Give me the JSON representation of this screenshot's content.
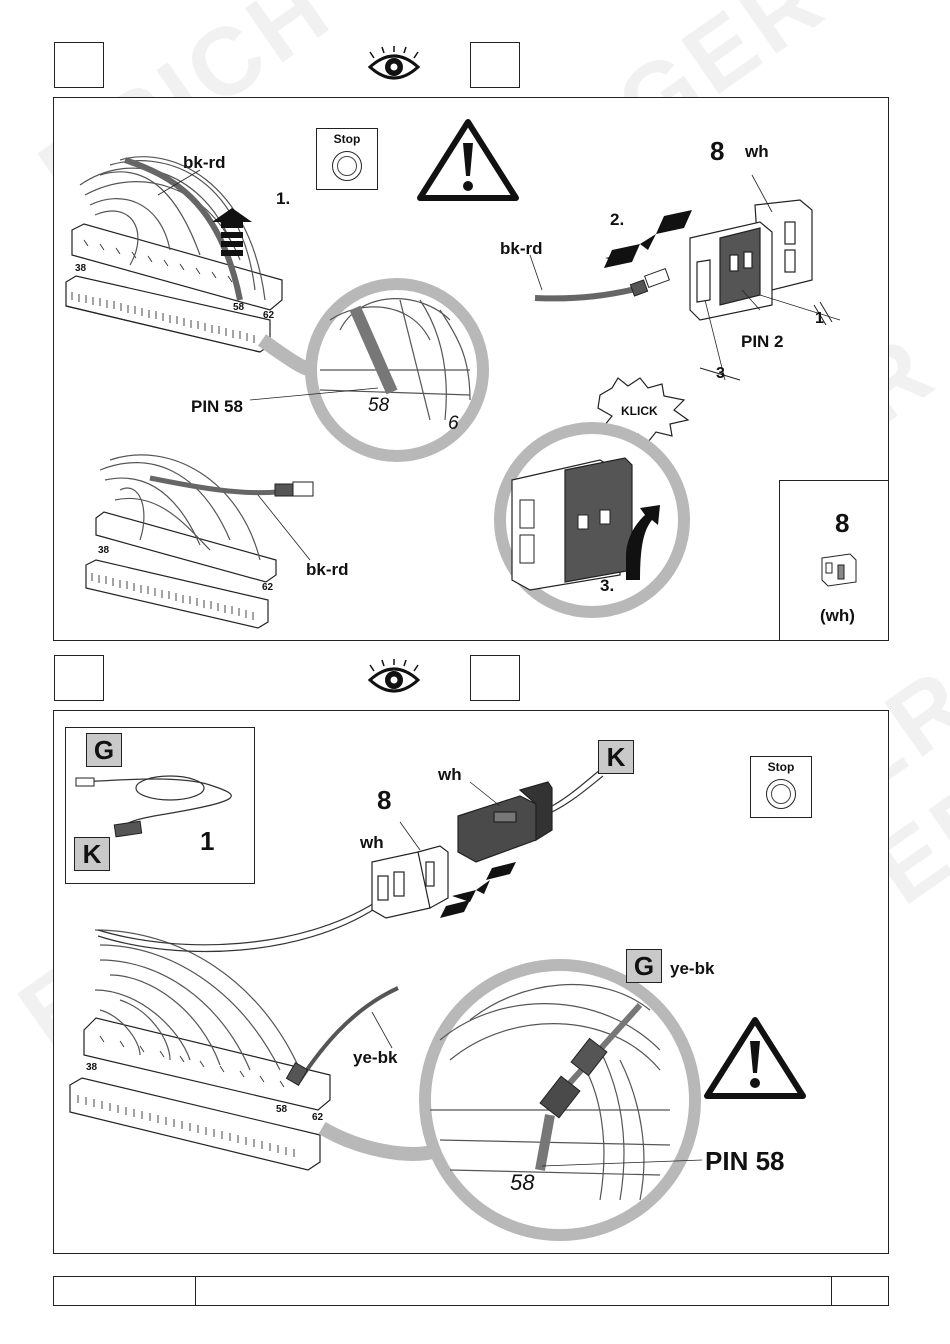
{
  "watermark": {
    "text_brand": "ERICH JAEGER",
    "text_a": "ERICH",
    "text_b": "JAEGER"
  },
  "panel_top": {
    "labels": {
      "bk_rd_1": "bk-rd",
      "step_1": "1.",
      "stop": "Stop",
      "num_8": "8",
      "wh": "wh",
      "step_2": "2.",
      "bk_rd_2": "bk-rd",
      "pin_2": "PIN 2",
      "pin_1_mark": "1",
      "pin_3_mark": "3",
      "pin_58": "PIN 58",
      "zoom_58": "58",
      "zoom_61": "6",
      "klick": "KLICK",
      "step_3": "3.",
      "bk_rd_3": "bk-rd",
      "term_38a": "38",
      "term_58a": "58",
      "term_62a": "62",
      "term_38b": "38",
      "term_62b": "62"
    },
    "legend": {
      "num": "8",
      "color": "(wh)"
    }
  },
  "panel_bottom": {
    "labels": {
      "tag_g": "G",
      "tag_k": "K",
      "qty": "1",
      "num_8": "8",
      "wh_1": "wh",
      "wh_2": "wh",
      "tag_k2": "K",
      "stop": "Stop",
      "tag_g2": "G",
      "ye_bk_1": "ye-bk",
      "ye_bk_2": "ye-bk",
      "pin_58": "PIN 58",
      "zoom_58": "58",
      "term_38": "38",
      "term_58": "58",
      "term_62": "62"
    }
  },
  "colors": {
    "line": "#222222",
    "wire_dark": "#555555",
    "connector_dark": "#4a4a4a",
    "tag_fill": "#c9c9c9",
    "zoom_ring": "#b8b8b8"
  },
  "icons": [
    "eye-icon",
    "warning-icon",
    "stop-button-icon",
    "arrow-up-icon",
    "insert-arrows-icon",
    "klick-burst-icon",
    "curved-arrow-icon"
  ]
}
